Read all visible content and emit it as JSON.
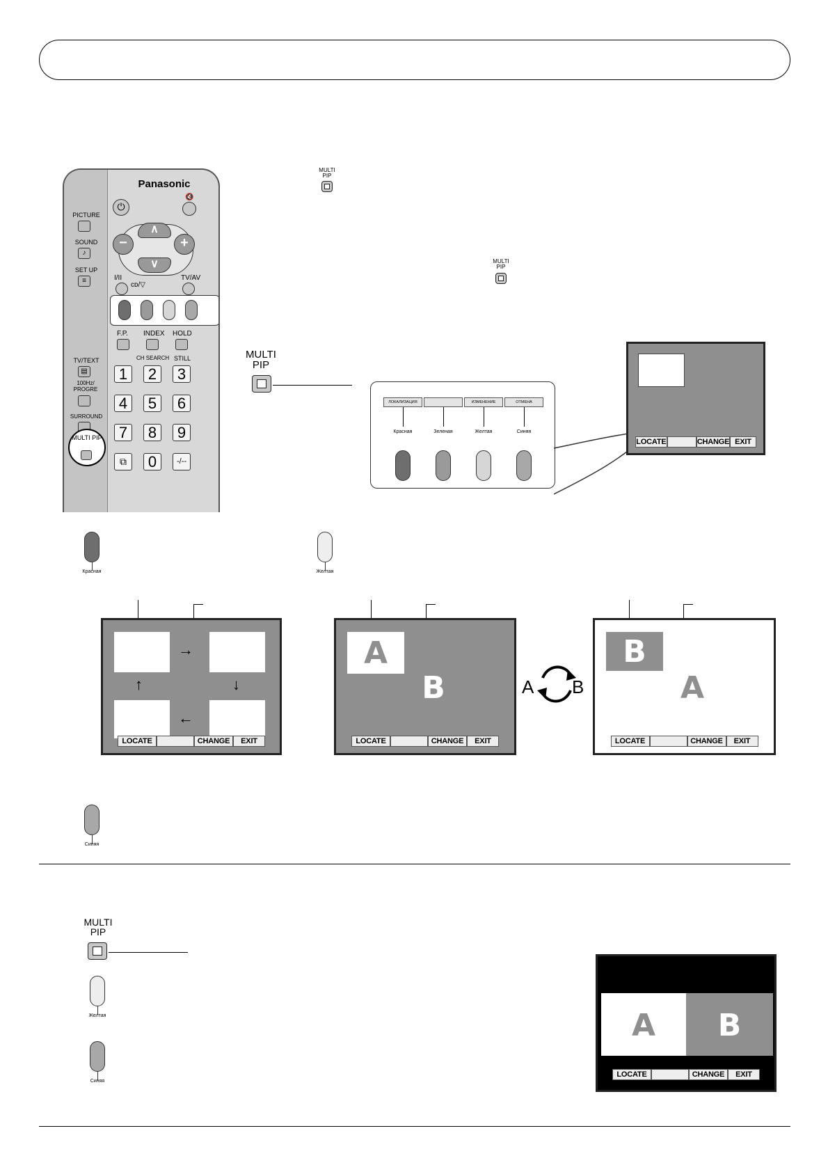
{
  "remote": {
    "brand": "Panasonic",
    "left_labels": {
      "picture": "PICTURE",
      "sound": "SOUND",
      "setup": "SET UP",
      "tvtext": "TV/TEXT",
      "hz": "100Hz/ PROGRE",
      "surround": "SURROUND",
      "multipip": "MULTI PIP"
    },
    "labels": {
      "i_ii": "I/II",
      "tvav": "TV/AV",
      "fp": "F.P.",
      "index": "INDEX",
      "hold": "HOLD",
      "chsearch": "CH SEARCH",
      "still": "STILL"
    },
    "keys": [
      "1",
      "2",
      "3",
      "4",
      "5",
      "6",
      "7",
      "8",
      "9",
      "0",
      "-/--"
    ]
  },
  "multi_pip": {
    "line1": "MULTI",
    "line2": "PIP"
  },
  "callout": {
    "buttons": [
      "ЛОКАЛИЗАЦИЯ",
      "",
      "ИЗМЕНЕНИЕ",
      "ОТМЕНА"
    ],
    "colors": [
      "Красная",
      "Зеленая",
      "Желтая",
      "Синяя"
    ]
  },
  "key_labels": {
    "red": "Красная",
    "yellow": "Желтая",
    "blue": "Синяя"
  },
  "menu_bar": {
    "locate": "LOCATE",
    "change": "CHANGE",
    "exit": "EXIT"
  },
  "screens": {
    "a": "A",
    "b": "B",
    "swap_a": "A",
    "swap_b": "B"
  },
  "colors": {
    "red_key": "#6e6e6e",
    "green_key": "#9a9a9a",
    "yellow_key": "#d6d6d6",
    "blue_key": "#a8a8a8",
    "screen_gray": "#8f8f8f"
  }
}
